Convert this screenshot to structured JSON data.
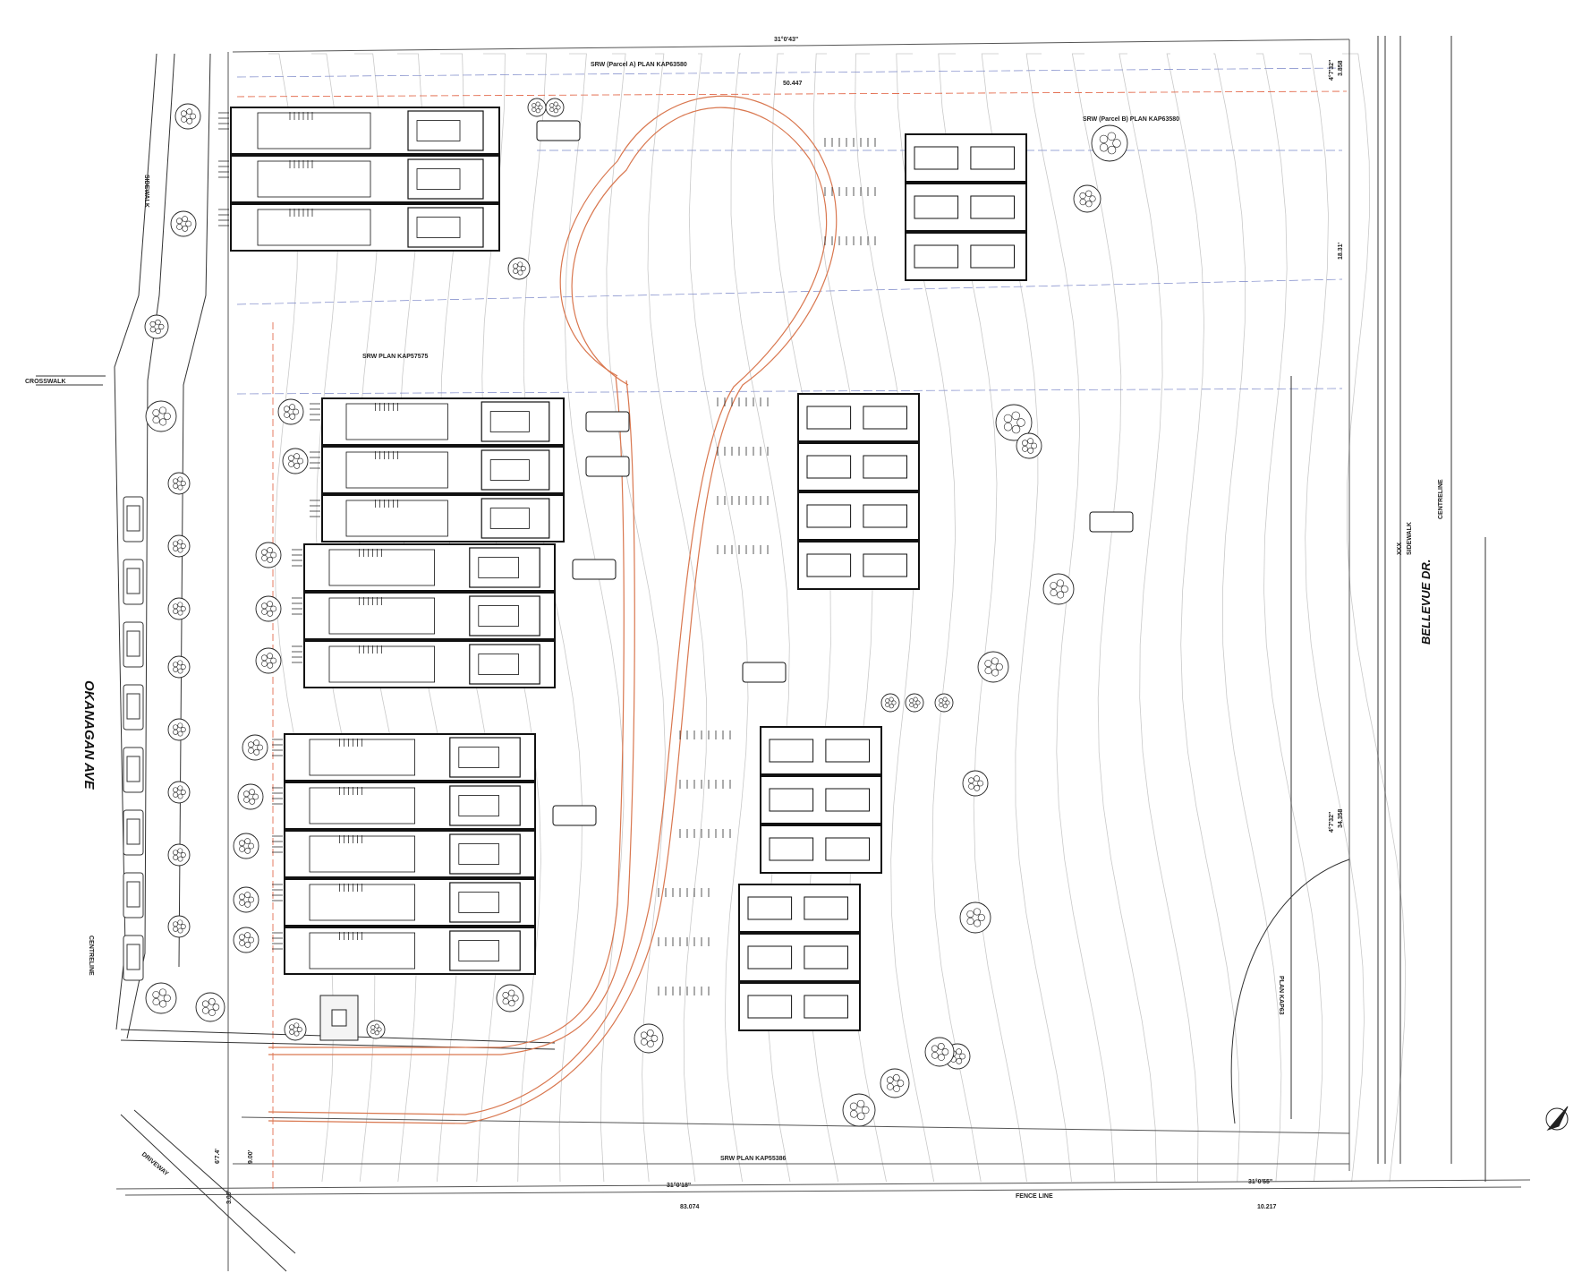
{
  "plan": {
    "streets": {
      "west": "OKANAGAN AVE",
      "east": "BELLEVUE DR."
    },
    "labels": {
      "crosswalk": "CROSSWALK",
      "sidewalk_east": "SIDEWALK",
      "centreline_east": "CENTRELINE",
      "centreline_west": "CENTRELINE",
      "walkway": "SIDEWALK",
      "driveway": "DRIVEWAY",
      "fence_line": "FENCE LINE",
      "xxx": "XXX",
      "srw_a": "SRW (Parcel A) PLAN KAP63580",
      "srw_b": "SRW (Parcel B) PLAN KAP63580",
      "srw_mid": "SRW PLAN KAP57575",
      "srw_bottom": "SRW PLAN KAP55386",
      "plan_arc": "PLAN KAP63"
    },
    "dimensions": {
      "top_bearing": "31°0'43\"",
      "top_length": "50.447",
      "right_top_bearing": "4°7'32\"",
      "right_top_length": "3.858",
      "right_mid_length": "18.31'",
      "right_side_bearing": "4°7'32\"",
      "right_side_length": "34.358",
      "bottom_left_bearing": "31°0'18\"",
      "bottom_left_length": "83.074",
      "bottom_right_bearing": "31°0'55\"",
      "bottom_right_length": "10.217",
      "left_bottom_a": "6'7.4'",
      "left_bottom_b": "9.00'",
      "left_bottom_c": "3.00'"
    }
  }
}
